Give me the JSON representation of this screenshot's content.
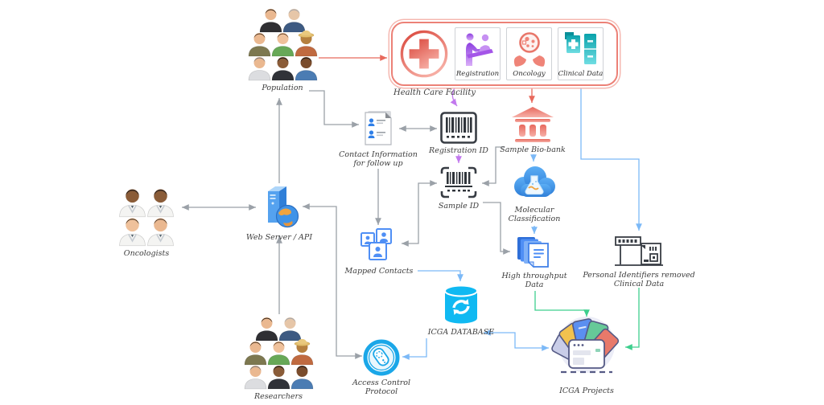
{
  "title": "ICGA cancer genomics data flow diagram",
  "nodes": {
    "population": {
      "label": "Population"
    },
    "facility": {
      "label": "Health Care Facility",
      "departments": [
        {
          "label": "Registration"
        },
        {
          "label": "Oncology"
        },
        {
          "label": "Clinical Data"
        }
      ]
    },
    "contact_info": {
      "line1": "Contact Information",
      "line2": "for follow up"
    },
    "registration_id": {
      "label": "Registration ID"
    },
    "sample_biobank": {
      "label": "Sample Bio-bank"
    },
    "sample_id": {
      "label": "Sample ID"
    },
    "molecular_classification": {
      "line1": "Molecular",
      "line2": "Classification"
    },
    "web_server": {
      "label": "Web Server / API"
    },
    "oncologists": {
      "label": "Oncologists"
    },
    "mapped_contacts": {
      "label": "Mapped Contacts"
    },
    "high_throughput": {
      "line1": "High throughput",
      "line2": "Data"
    },
    "personal_identifiers": {
      "line1": "Personal Identifiers removed",
      "line2": "Clinical Data"
    },
    "icga_database": {
      "label": "ICGA DATABASE"
    },
    "access_control": {
      "line1": "Access Control",
      "line2": "Protocol"
    },
    "icga_projects": {
      "label": "ICGA Projects"
    },
    "researchers": {
      "label": "Researchers"
    }
  },
  "colors": {
    "facility_border_red": "#ec8177",
    "cross_red": "#d9453a",
    "registration_purple": "#a455e8",
    "oncology_salmon": "#ee8d82",
    "clinical_teal": "#14b5ba",
    "biobank_salmon": "#ee8a7f",
    "cloud_blue": "#3f93e8",
    "database_cyan": "#10b9f2",
    "access_cyan": "#1ba7e8",
    "docs_blue": "#4285f4",
    "link_gray": "#9ba1a8",
    "link_red": "#e8695c",
    "link_purple": "#c279ee",
    "link_blue": "#7cb9f7",
    "link_green": "#3ecf8e"
  },
  "connections": [
    {
      "from": "Population",
      "to": "Health Care Facility",
      "color": "red",
      "bidirectional": false
    },
    {
      "from": "Population",
      "to": "Contact Information for follow up",
      "color": "gray",
      "bidirectional": false
    },
    {
      "from": "Registration",
      "to": "Registration ID",
      "color": "purple",
      "bidirectional": false
    },
    {
      "from": "Contact Information for follow up",
      "to": "Registration ID",
      "color": "gray",
      "bidirectional": true
    },
    {
      "from": "Oncology",
      "to": "Sample Bio-bank",
      "color": "red",
      "bidirectional": false
    },
    {
      "from": "Clinical Data",
      "to": "Personal Identifiers removed Clinical Data",
      "color": "blue",
      "bidirectional": false
    },
    {
      "from": "Registration ID",
      "to": "Sample ID",
      "color": "purple",
      "bidirectional": false
    },
    {
      "from": "Sample Bio-bank",
      "to": "Sample ID",
      "color": "gray",
      "bidirectional": false
    },
    {
      "from": "Sample ID",
      "to": "Mapped Contacts",
      "color": "gray",
      "bidirectional": true
    },
    {
      "from": "Sample ID",
      "to": "High throughput Data",
      "color": "gray",
      "bidirectional": false
    },
    {
      "from": "Sample Bio-bank",
      "to": "Molecular Classification",
      "color": "blue",
      "bidirectional": false
    },
    {
      "from": "Molecular Classification",
      "to": "High throughput Data",
      "color": "blue",
      "bidirectional": false
    },
    {
      "from": "High throughput Data",
      "to": "ICGA Projects",
      "color": "green",
      "bidirectional": false
    },
    {
      "from": "Personal Identifiers removed Clinical Data",
      "to": "ICGA Projects",
      "color": "green",
      "bidirectional": false
    },
    {
      "from": "Mapped Contacts",
      "to": "ICGA DATABASE",
      "color": "blue",
      "bidirectional": false
    },
    {
      "from": "ICGA DATABASE",
      "to": "ICGA Projects",
      "color": "blue",
      "bidirectional": true
    },
    {
      "from": "ICGA DATABASE",
      "to": "Access Control Protocol",
      "color": "blue",
      "bidirectional": false
    },
    {
      "from": "Web Server / API",
      "to": "Access Control Protocol",
      "color": "gray",
      "bidirectional": true
    },
    {
      "from": "Researchers",
      "to": "Web Server / API",
      "color": "gray",
      "bidirectional": false
    },
    {
      "from": "Web Server / API",
      "to": "Population",
      "color": "gray",
      "bidirectional": false
    },
    {
      "from": "Oncologists",
      "to": "Web Server / API",
      "color": "gray",
      "bidirectional": true
    },
    {
      "from": "Contact Information for follow up",
      "to": "Mapped Contacts",
      "color": "gray",
      "bidirectional": false
    }
  ]
}
